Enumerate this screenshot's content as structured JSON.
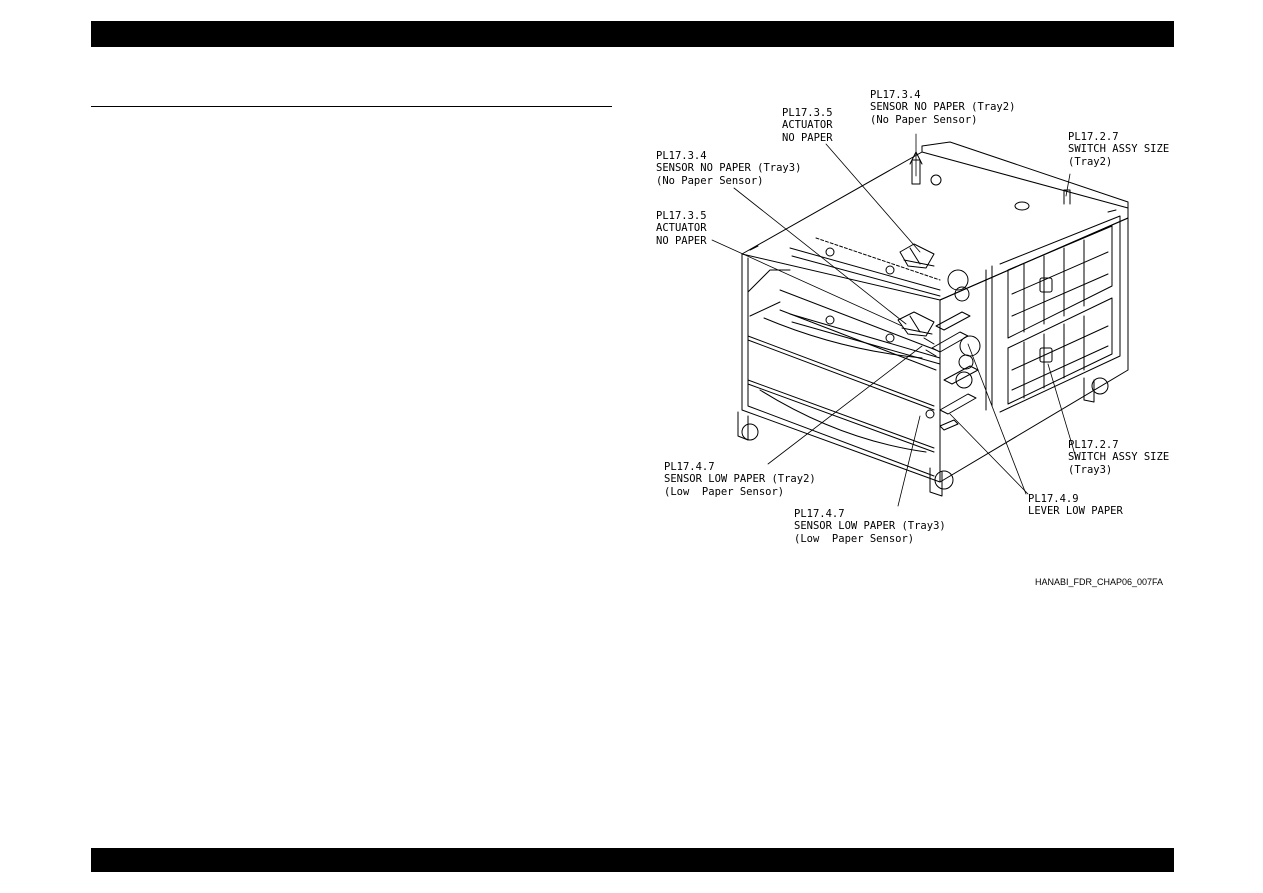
{
  "figure": {
    "callouts": [
      {
        "id": "c1",
        "text": "PL17.3.4\nSENSOR NO PAPER (Tray2)\n(No Paper Sensor)"
      },
      {
        "id": "c2",
        "text": "PL17.3.5\nACTUATOR\nNO PAPER"
      },
      {
        "id": "c3",
        "text": "PL17.2.7\nSWITCH ASSY SIZE\n(Tray2)"
      },
      {
        "id": "c4",
        "text": "PL17.3.4\nSENSOR NO PAPER (Tray3)\n(No Paper Sensor)"
      },
      {
        "id": "c5",
        "text": "PL17.3.5\nACTUATOR\nNO PAPER"
      },
      {
        "id": "c6",
        "text": "PL17.2.7\nSWITCH ASSY SIZE\n(Tray3)"
      },
      {
        "id": "c7",
        "text": "PL17.4.7\nSENSOR LOW PAPER (Tray2)\n(Low  Paper Sensor)"
      },
      {
        "id": "c8",
        "text": "PL17.4.9\nLEVER LOW PAPER"
      },
      {
        "id": "c9",
        "text": "PL17.4.7\nSENSOR LOW PAPER (Tray3)\n(Low  Paper Sensor)"
      }
    ],
    "figure_id": "HANABI_FDR_CHAP06_007FA"
  }
}
